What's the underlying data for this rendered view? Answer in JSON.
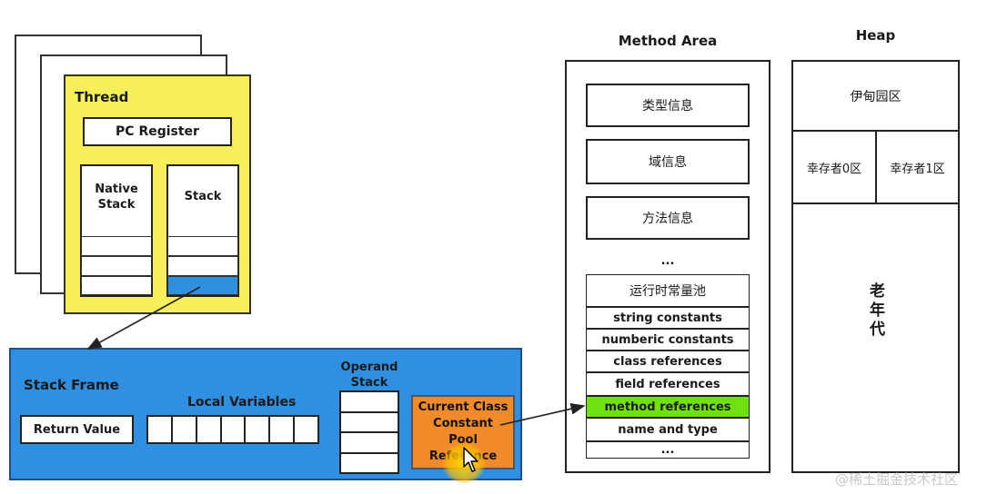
{
  "thread": {
    "title": "Thread",
    "pc_register": "PC Register",
    "native_stack": "Native Stack",
    "stack": "Stack"
  },
  "stack_frame": {
    "title": "Stack Frame",
    "return_value": "Return Value",
    "local_variables": "Local Variables",
    "operand_stack": "Operand Stack",
    "cpr": "Current Class Constant Pool Reference"
  },
  "method_area": {
    "title": "Method Area",
    "type_info": "类型信息",
    "field_info": "域信息",
    "method_info": "方法信息",
    "ellipsis": "...",
    "pool": [
      "运行时常量池",
      "string constants",
      "numberic constants",
      "class references",
      "field references",
      "method references",
      "name and type",
      "..."
    ]
  },
  "heap": {
    "title": "Heap",
    "eden": "伊甸园区",
    "survivor0": "幸存者0区",
    "survivor1": "幸存者1区",
    "old_gen": "老年代"
  },
  "watermark": "@稀土掘金技术社区",
  "colors": {
    "thread_yellow": "#f7ef5a",
    "frame_blue": "#2f8fe0",
    "highlight_green": "#6fe10f",
    "cpr_orange": "#f08a2b"
  }
}
